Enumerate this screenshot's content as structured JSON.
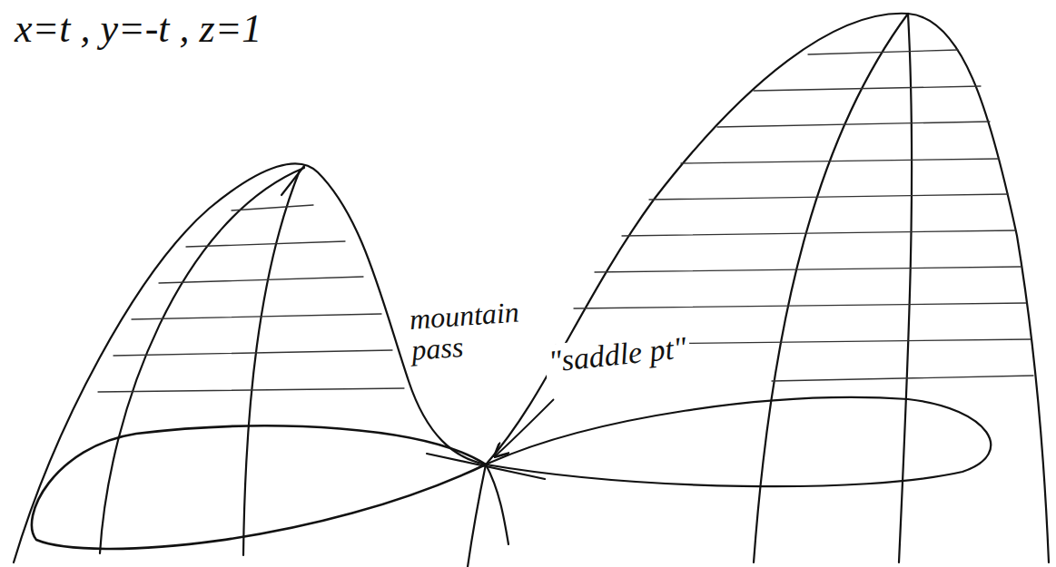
{
  "diagram": {
    "labels": [
      "x=t , y=-t , z=1",
      "mountain pass",
      "\"saddle pt\""
    ]
  }
}
